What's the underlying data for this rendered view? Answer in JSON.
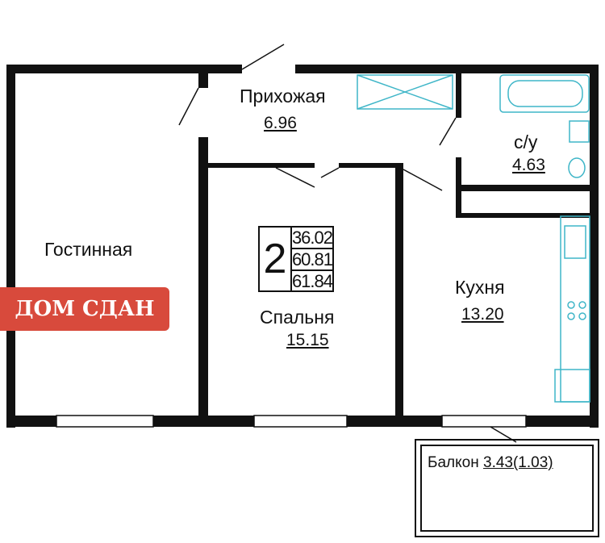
{
  "rooms": {
    "hall": {
      "name": "Прихожая",
      "area": "6.96"
    },
    "living": {
      "name": "Гостинная"
    },
    "bedroom": {
      "name": "Спальня",
      "area": "15.15"
    },
    "kitchen": {
      "name": "Кухня",
      "area": "13.20"
    },
    "bathroom": {
      "name": "с/у",
      "area": "4.63"
    },
    "balcony": {
      "name": "Балкон",
      "area": "3.43",
      "area_coef": "(1.03)"
    }
  },
  "summary": {
    "rooms_count": "2",
    "living_area": "36.02",
    "total_area": "60.81",
    "total_with_balcony": "61.84"
  },
  "badge": {
    "text": "ДОМ СДАН",
    "color": "#d84a3c"
  },
  "colors": {
    "wall": "#111111",
    "fixture": "#3fb6c8"
  }
}
